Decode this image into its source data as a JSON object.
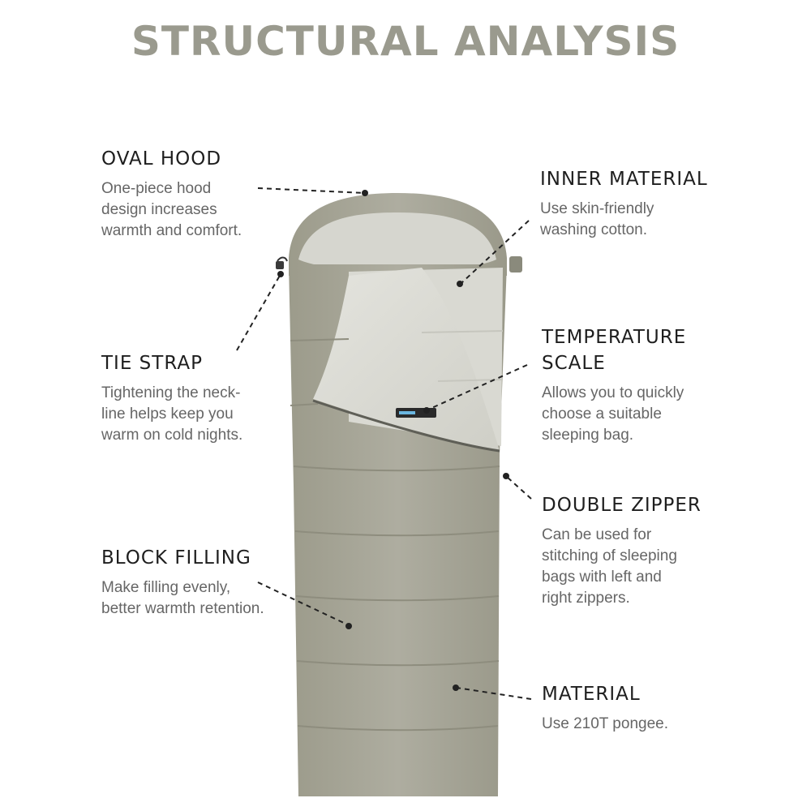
{
  "title": "STRUCTURAL ANALYSIS",
  "colors": {
    "title": "#9a9a8e",
    "heading": "#1e1e1e",
    "body_text": "#666666",
    "shell": "#a5a495",
    "lining": "#dcdcd5",
    "leader_line": "#222222"
  },
  "callouts": [
    {
      "key": "oval_hood",
      "heading": "OVAL HOOD",
      "body": [
        "One-piece hood",
        "design increases",
        "warmth and comfort."
      ]
    },
    {
      "key": "inner_material",
      "heading": "INNER MATERIAL",
      "body": [
        "Use skin-friendly",
        "washing cotton."
      ]
    },
    {
      "key": "tie_strap",
      "heading": "TIE STRAP",
      "body": [
        "Tightening the neck-",
        "line helps keep you",
        "warm on cold nights."
      ]
    },
    {
      "key": "temperature_scale",
      "heading": [
        "TEMPERATURE",
        "SCALE"
      ],
      "body": [
        "Allows you to quickly",
        "choose a suitable",
        "sleeping bag."
      ]
    },
    {
      "key": "double_zipper",
      "heading": "DOUBLE ZIPPER",
      "body": [
        "Can be used for",
        "stitching of sleeping",
        "bags with left and",
        "right zippers."
      ]
    },
    {
      "key": "block_filling",
      "heading": "BLOCK FILLING",
      "body": [
        "Make filling evenly,",
        "better warmth retention."
      ]
    },
    {
      "key": "material",
      "heading": "MATERIAL",
      "body": [
        "Use 210T pongee."
      ]
    }
  ]
}
